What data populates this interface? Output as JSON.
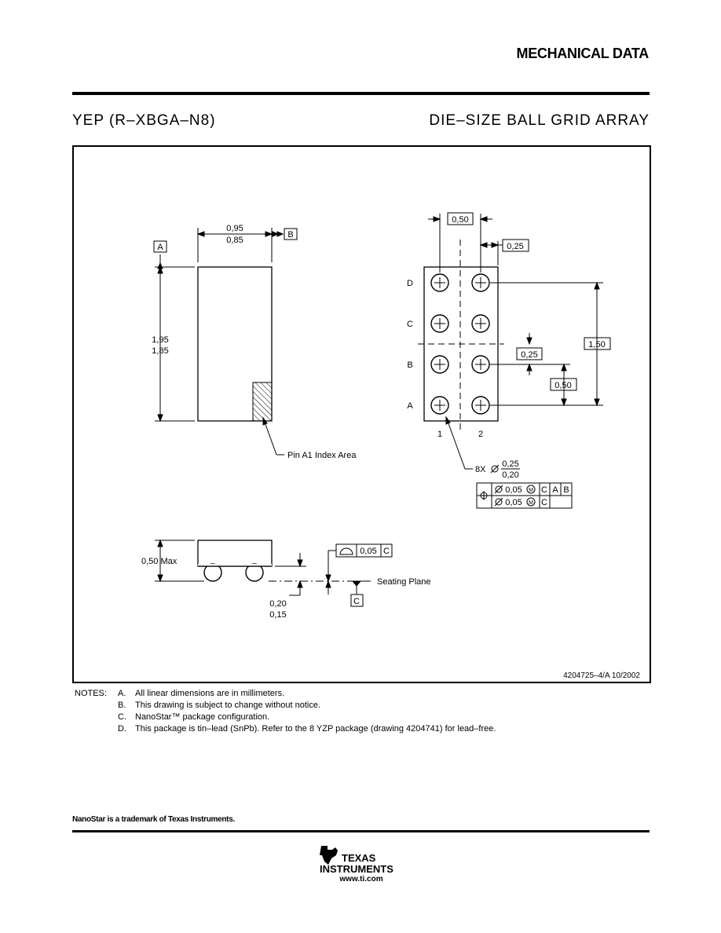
{
  "header": {
    "title": "MECHANICAL DATA",
    "package_code": "YEP (R–XBGA–N8)",
    "package_type": "DIE–SIZE BALL GRID ARRAY"
  },
  "drawing": {
    "datum_a": "A",
    "datum_b": "B",
    "datum_c": "C",
    "width_max": "0,95",
    "width_min": "0,85",
    "length_max": "1,95",
    "length_min": "1,85",
    "index_area_label": "Pin A1 Index Area",
    "pitch_top": "0,50",
    "edge_offset": "0,25",
    "row_labels": [
      "D",
      "C",
      "B",
      "A"
    ],
    "col_labels": [
      "1",
      "2"
    ],
    "row_span": "1,50",
    "center_offset": "0,25",
    "row_pitch": "0,50",
    "ball_count_label": "8X",
    "ball_dia_max": "0,25",
    "ball_dia_min": "0,20",
    "tol_row1": [
      "0,05",
      "M",
      "C",
      "A",
      "B"
    ],
    "tol_row2": [
      "0,05",
      "M",
      "C"
    ],
    "height_label": "0,50 Max",
    "flatness_value": "0,05",
    "flatness_datum": "C",
    "seating_plane_label": "Seating Plane",
    "standoff_max": "0,20",
    "standoff_min": "0,15",
    "drawing_number": "4204725–4/A  10/2002"
  },
  "notes": {
    "label": "NOTES:",
    "items": [
      {
        "key": "A.",
        "text": "All linear dimensions are in millimeters."
      },
      {
        "key": "B.",
        "text": "This drawing is subject to change without notice."
      },
      {
        "key": "C.",
        "text": "NanoStar™ package configuration."
      },
      {
        "key": "D.",
        "text": "This package is tin–lead (SnPb).  Refer to the 8 YZP package (drawing 4204741) for lead–free."
      }
    ]
  },
  "footer": {
    "trademark": "NanoStar is a trademark of Texas Instruments.",
    "brand_line1": "TEXAS",
    "brand_line2": "INSTRUMENTS",
    "url": "www.ti.com"
  }
}
